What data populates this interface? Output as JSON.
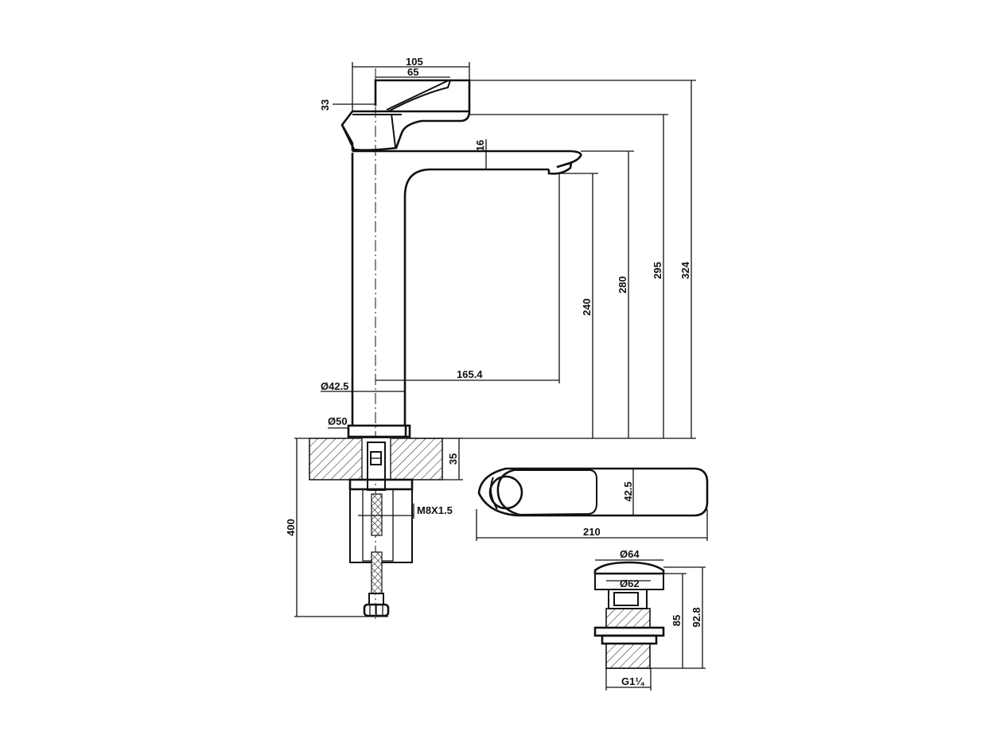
{
  "dimensions": {
    "top_width": "105",
    "handle_width": "65",
    "handle_offset": "33",
    "spout_thickness": "16",
    "spout_height": "240",
    "spout_top_height": "280",
    "body_top_height": "295",
    "overall_height": "324",
    "spout_reach": "165.4",
    "body_diameter": "Ø42.5",
    "base_diameter": "Ø50",
    "deck_thickness": "35",
    "thread": "M8X1.5",
    "hose_length": "400",
    "plan_width": "42.5",
    "plan_length": "210",
    "waste_cap": "Ø64",
    "waste_inner": "Ø62",
    "waste_thread": "G1¼",
    "waste_height": "85",
    "waste_total": "92.8"
  }
}
